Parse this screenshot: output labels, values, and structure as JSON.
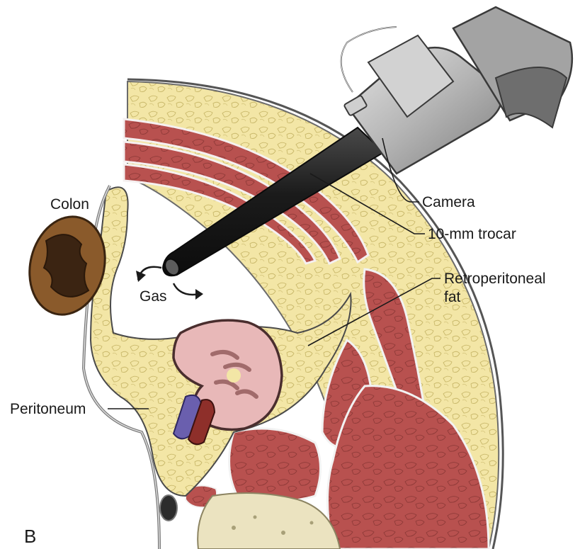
{
  "labels": {
    "colon": "Colon",
    "gas": "Gas",
    "camera": "Camera",
    "trocar": "10-mm trocar",
    "retro_line1": "Retroperitoneal",
    "retro_line2": "fat",
    "peritoneum": "Peritoneum",
    "panel": "B"
  },
  "colors": {
    "fat": "#f3e6a6",
    "muscle": "#b8514f",
    "kidney": "#e8b8b8",
    "colon_wall": "#8a5a2b",
    "colon_lumen": "#3b2412",
    "trocar": "#1e1e1e",
    "camera": "#b9b9b9",
    "vein": "#6a5fae",
    "artery": "#8e2f2a",
    "bone": "#ebe3c0"
  },
  "icons": [
    "gas-flow-arrow-icon"
  ]
}
